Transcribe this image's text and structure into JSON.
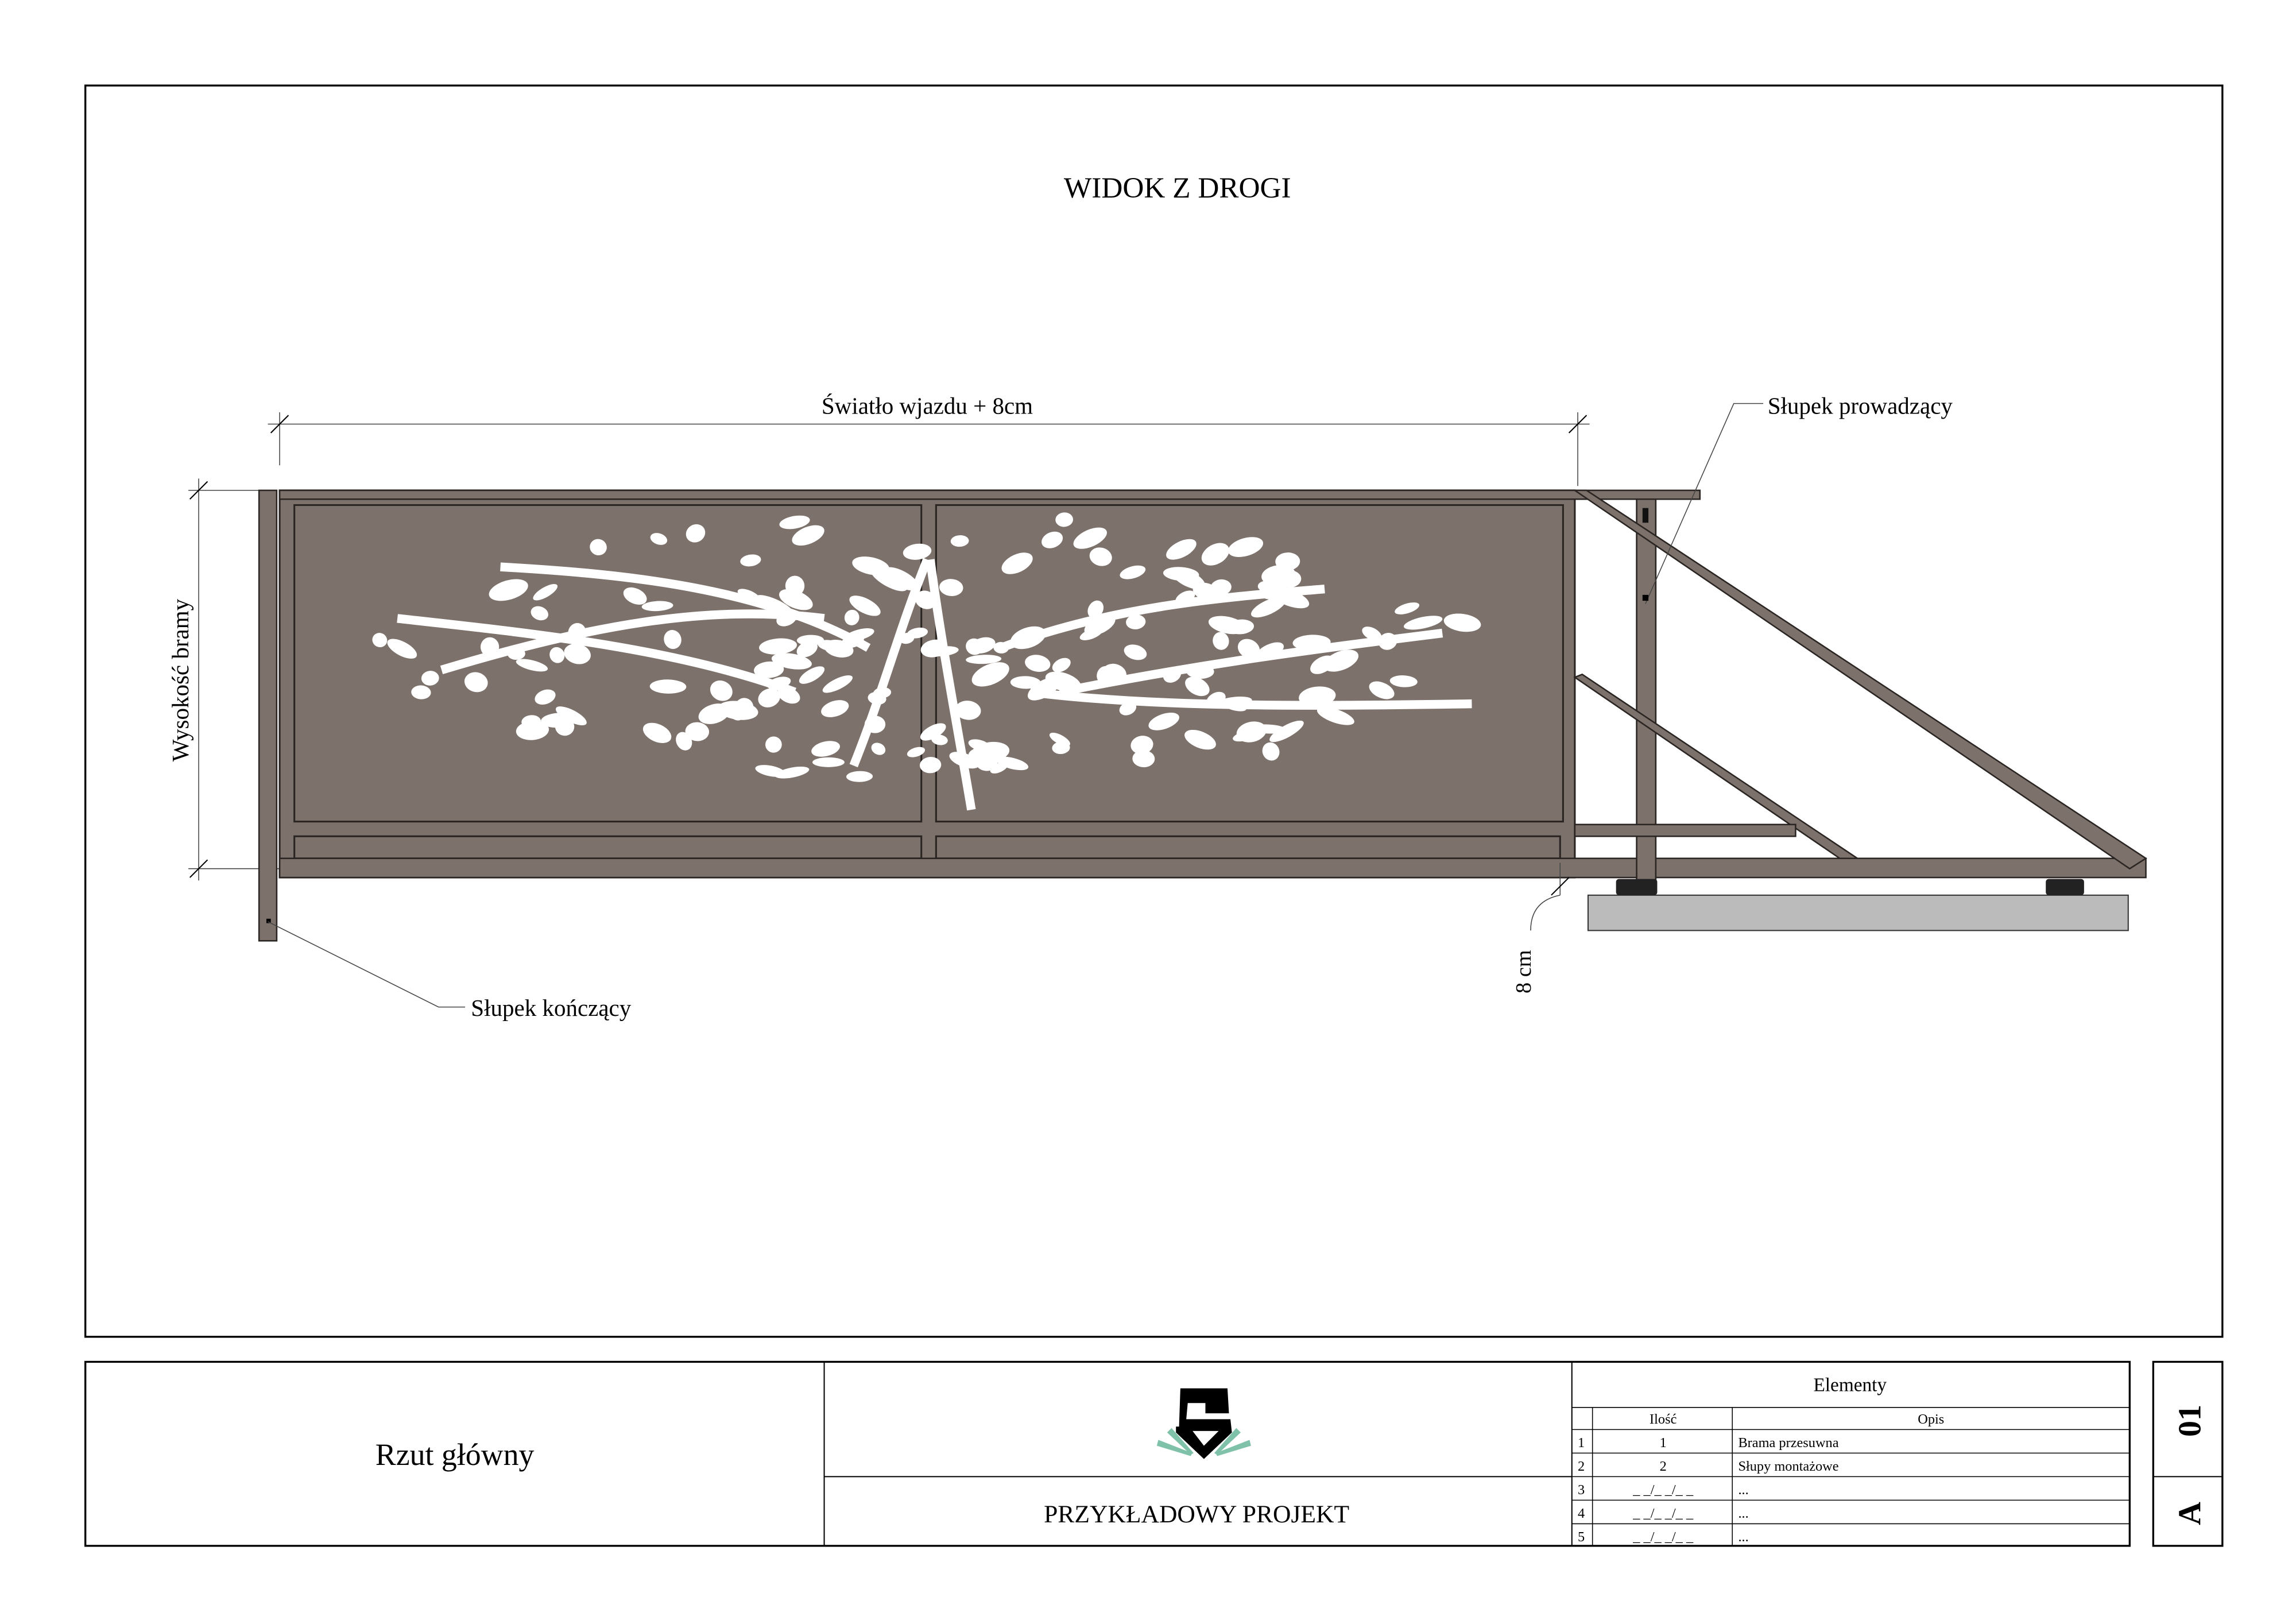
{
  "drawing": {
    "title": "WIDOK Z DROGI",
    "dim_width_label": "Światło wjazdu + 8cm",
    "dim_height_label": "Wysokość bramy",
    "dim_clearance_label": "8 cm",
    "label_guide_post": "Słupek prowadzący",
    "label_end_post": "Słupek kończący",
    "gate_color": "#7d726b",
    "foundation_color": "#bbbbbb"
  },
  "title_block": {
    "view_name": "Rzut główny",
    "project_name": "PRZYKŁADOWY PROJEKT",
    "logo_letter": "S",
    "logo_accent_color": "#7fc1a9",
    "elements": {
      "title": "Elementy",
      "headers": {
        "qty": "Ilość",
        "desc": "Opis"
      },
      "rows": [
        {
          "no": "1",
          "qty": "1",
          "desc": "Brama przesuwna"
        },
        {
          "no": "2",
          "qty": "2",
          "desc": "Słupy montażowe"
        },
        {
          "no": "3",
          "qty": "_ _/_ _/_ _",
          "desc": "..."
        },
        {
          "no": "4",
          "qty": "_ _/_ _/_ _",
          "desc": "..."
        },
        {
          "no": "5",
          "qty": "_ _/_ _/_ _",
          "desc": "..."
        }
      ]
    },
    "sheet_number": "01",
    "sheet_size": "A"
  }
}
